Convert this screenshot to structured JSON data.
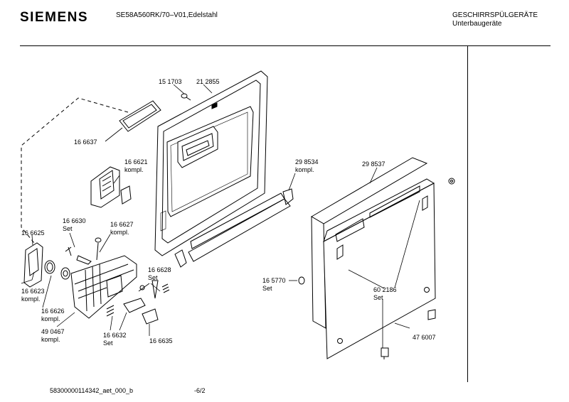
{
  "header": {
    "brand": "SIEMENS",
    "model": "SE58A560RK/70–V01,Edelstahl",
    "category_line1": "GESCHIRRSPÜLGERÄTE",
    "category_line2": "Unterbaugeräte"
  },
  "footer": {
    "drawing_id": "58300000114342_aet_000_b",
    "page": "-6/2"
  },
  "callouts": {
    "p151703": "15 1703",
    "p212855": "21 2855",
    "p166637": "16 6637",
    "p166621": "16 6621",
    "p166621_note": "kompl.",
    "p298534": "29 8534",
    "p298534_note": "kompl.",
    "p298537": "29 8537",
    "p166630": "16 6630",
    "p166630_note": "Set",
    "p166627": "16 6627",
    "p166627_note": "kompl.",
    "p166625": "16 6625",
    "p166628": "16 6628",
    "p166628_note": "Set",
    "p165770": "16 5770",
    "p165770_note": "Set",
    "p602186": "60 2186",
    "p602186_note": "Set",
    "p166623": "16 6623",
    "p166623_note": "kompl.",
    "p166626": "16 6626",
    "p166626_note": "kompl.",
    "p490467": "49 0467",
    "p490467_note": "kompl.",
    "p166632": "16 6632",
    "p166632_note": "Set",
    "p166635": "16 6635",
    "p476007": "47 6007"
  }
}
